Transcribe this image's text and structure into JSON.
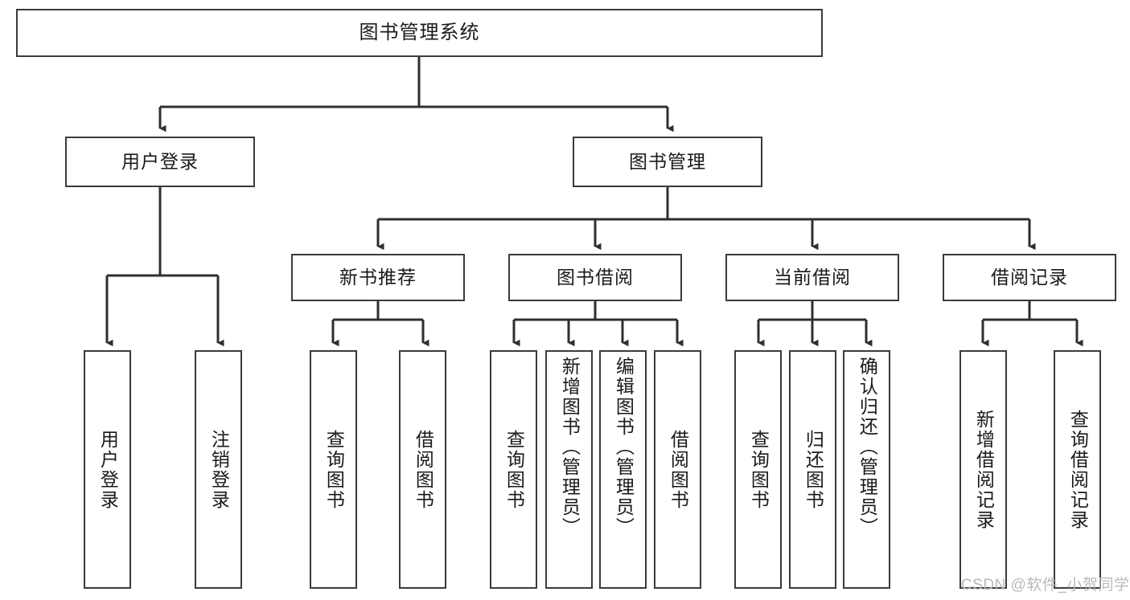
{
  "diagram": {
    "title": "图书管理系统",
    "type": "tree-hierarchy-diagram",
    "nodes": {
      "root": {
        "label": "图书管理系统"
      },
      "level2": [
        {
          "id": "user-login",
          "label": "用户登录"
        },
        {
          "id": "book-management",
          "label": "图书管理"
        }
      ],
      "level3": [
        {
          "id": "new-book-recommend",
          "label": "新书推荐"
        },
        {
          "id": "book-borrow",
          "label": "图书借阅"
        },
        {
          "id": "current-borrow",
          "label": "当前借阅"
        },
        {
          "id": "borrow-record",
          "label": "借阅记录"
        }
      ],
      "leaves": {
        "user_login": [
          {
            "id": "leaf-user-login",
            "label": "用户登录"
          },
          {
            "id": "leaf-logout-login",
            "label": "注销登录"
          }
        ],
        "new_book_recommend": [
          {
            "id": "leaf-query-book-1",
            "label": "查询图书"
          },
          {
            "id": "leaf-borrow-book-1",
            "label": "借阅图书"
          }
        ],
        "book_borrow": [
          {
            "id": "leaf-query-book-2",
            "label": "查询图书"
          },
          {
            "id": "leaf-add-book",
            "label": "新增图书（管理员）"
          },
          {
            "id": "leaf-edit-book",
            "label": "编辑图书（管理员）"
          },
          {
            "id": "leaf-borrow-book-2",
            "label": "借阅图书"
          }
        ],
        "current_borrow": [
          {
            "id": "leaf-query-book-3",
            "label": "查询图书"
          },
          {
            "id": "leaf-return-book",
            "label": "归还图书"
          },
          {
            "id": "leaf-confirm-return",
            "label": "确认归还（管理员）"
          }
        ],
        "borrow_record": [
          {
            "id": "leaf-add-borrow-record",
            "label": "新增借阅记录"
          },
          {
            "id": "leaf-query-borrow-record",
            "label": "查询借阅记录"
          }
        ]
      }
    },
    "watermark": "CSDN @软件_小贺同学",
    "colors": {
      "stroke": "#3b3b3b",
      "fill": "#ffffff",
      "text": "#1a1a1a",
      "watermark": "#b9b9b9"
    }
  }
}
